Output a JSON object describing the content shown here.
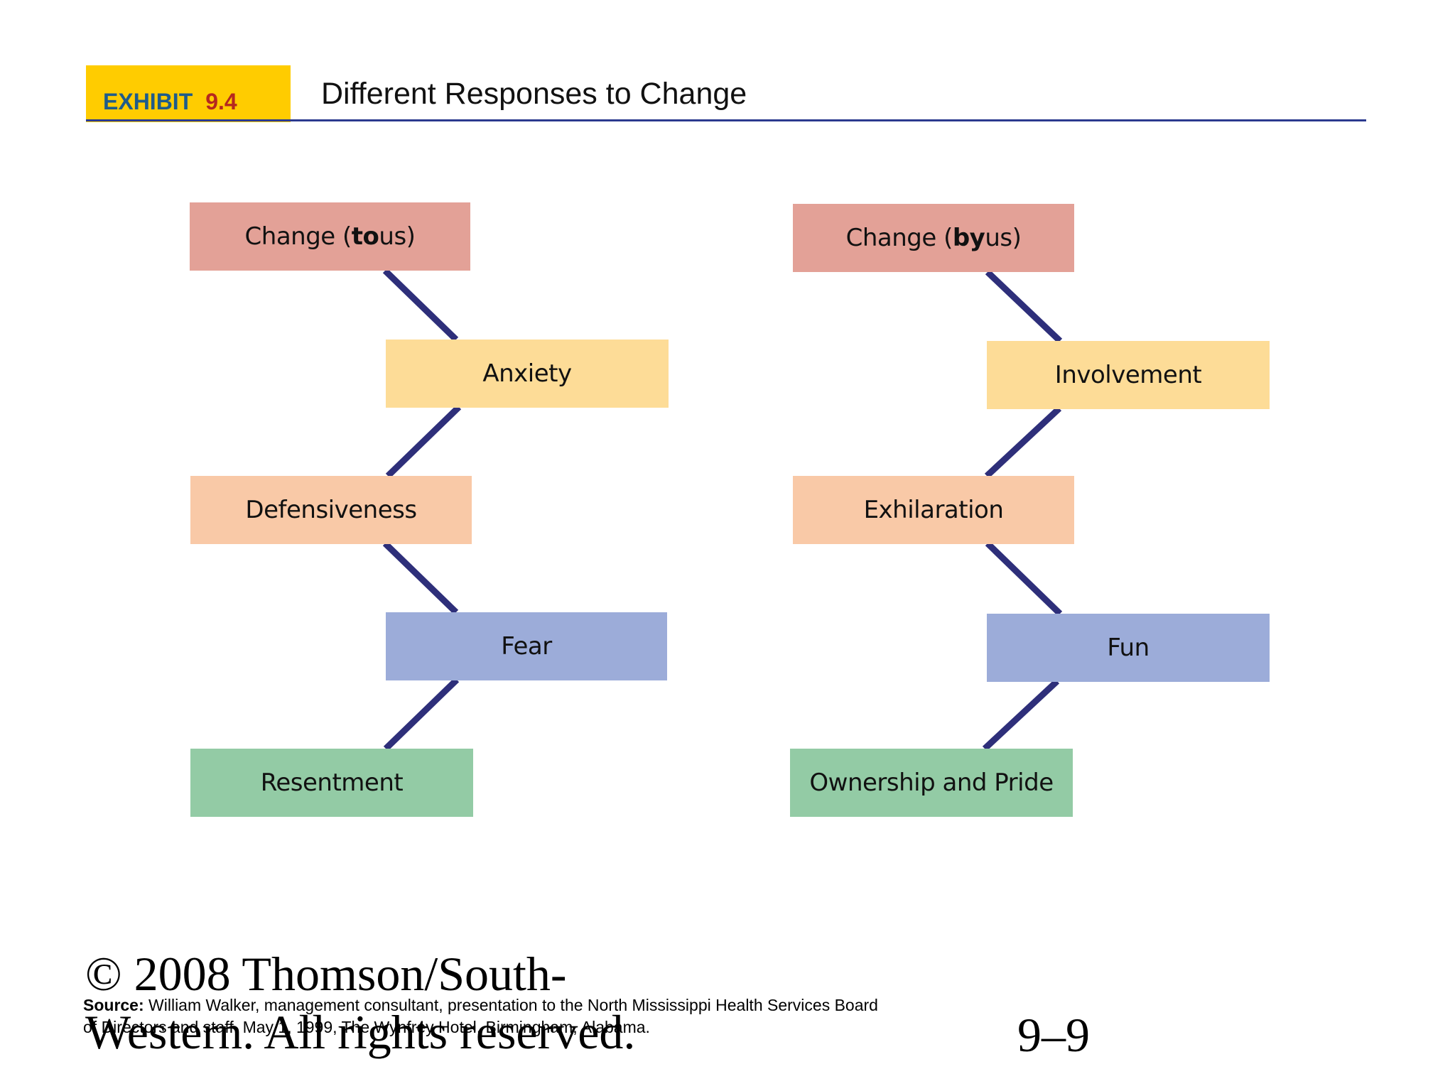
{
  "header": {
    "exhibit_word": "EXHIBIT",
    "exhibit_number": "9.4",
    "title": "Different Responses to Change"
  },
  "left_flow": {
    "head_prefix": "Change (",
    "head_bold": "to",
    "head_suffix": " us)",
    "steps": [
      "Anxiety",
      "Defensiveness",
      "Fear",
      "Resentment"
    ]
  },
  "right_flow": {
    "head_prefix": "Change (",
    "head_bold": "by",
    "head_suffix": " us)",
    "steps": [
      "Involvement",
      "Exhilaration",
      "Fun",
      "Ownership and Pride"
    ]
  },
  "colors": {
    "connector": "#2e2f7a",
    "pink": "#e3a197",
    "yellow": "#fddc97",
    "peach": "#f9c9a7",
    "blue": "#9cacd9",
    "green": "#93cba5",
    "exhibit_tag": "#ffcc00",
    "title_rule": "#2b3a8f"
  },
  "footer": {
    "copyright": "© 2008 Thomson/South-Western. All rights reserved.",
    "source_label": "Source:",
    "source_text": " William Walker, management consultant, presentation to the North Mississippi Health Services Board of Directors and staff, May 1, 1999, The Wynfrey Hotel, Birmingham, Alabama.",
    "slide_number": "9–9"
  }
}
